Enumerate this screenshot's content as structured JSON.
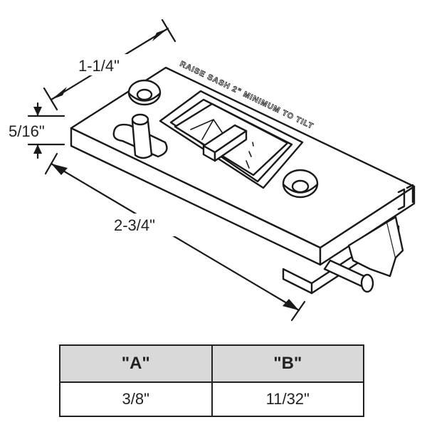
{
  "dimensions": {
    "width": "1-1/4\"",
    "thickness": "5/16\"",
    "length": "2-3/4\""
  },
  "engraving": "RAISE SASH 2\" MINIMUM TO TILT",
  "table": {
    "headers": [
      "\"A\"",
      "\"B\""
    ],
    "values": [
      "3/8\"",
      "11/32\""
    ]
  }
}
